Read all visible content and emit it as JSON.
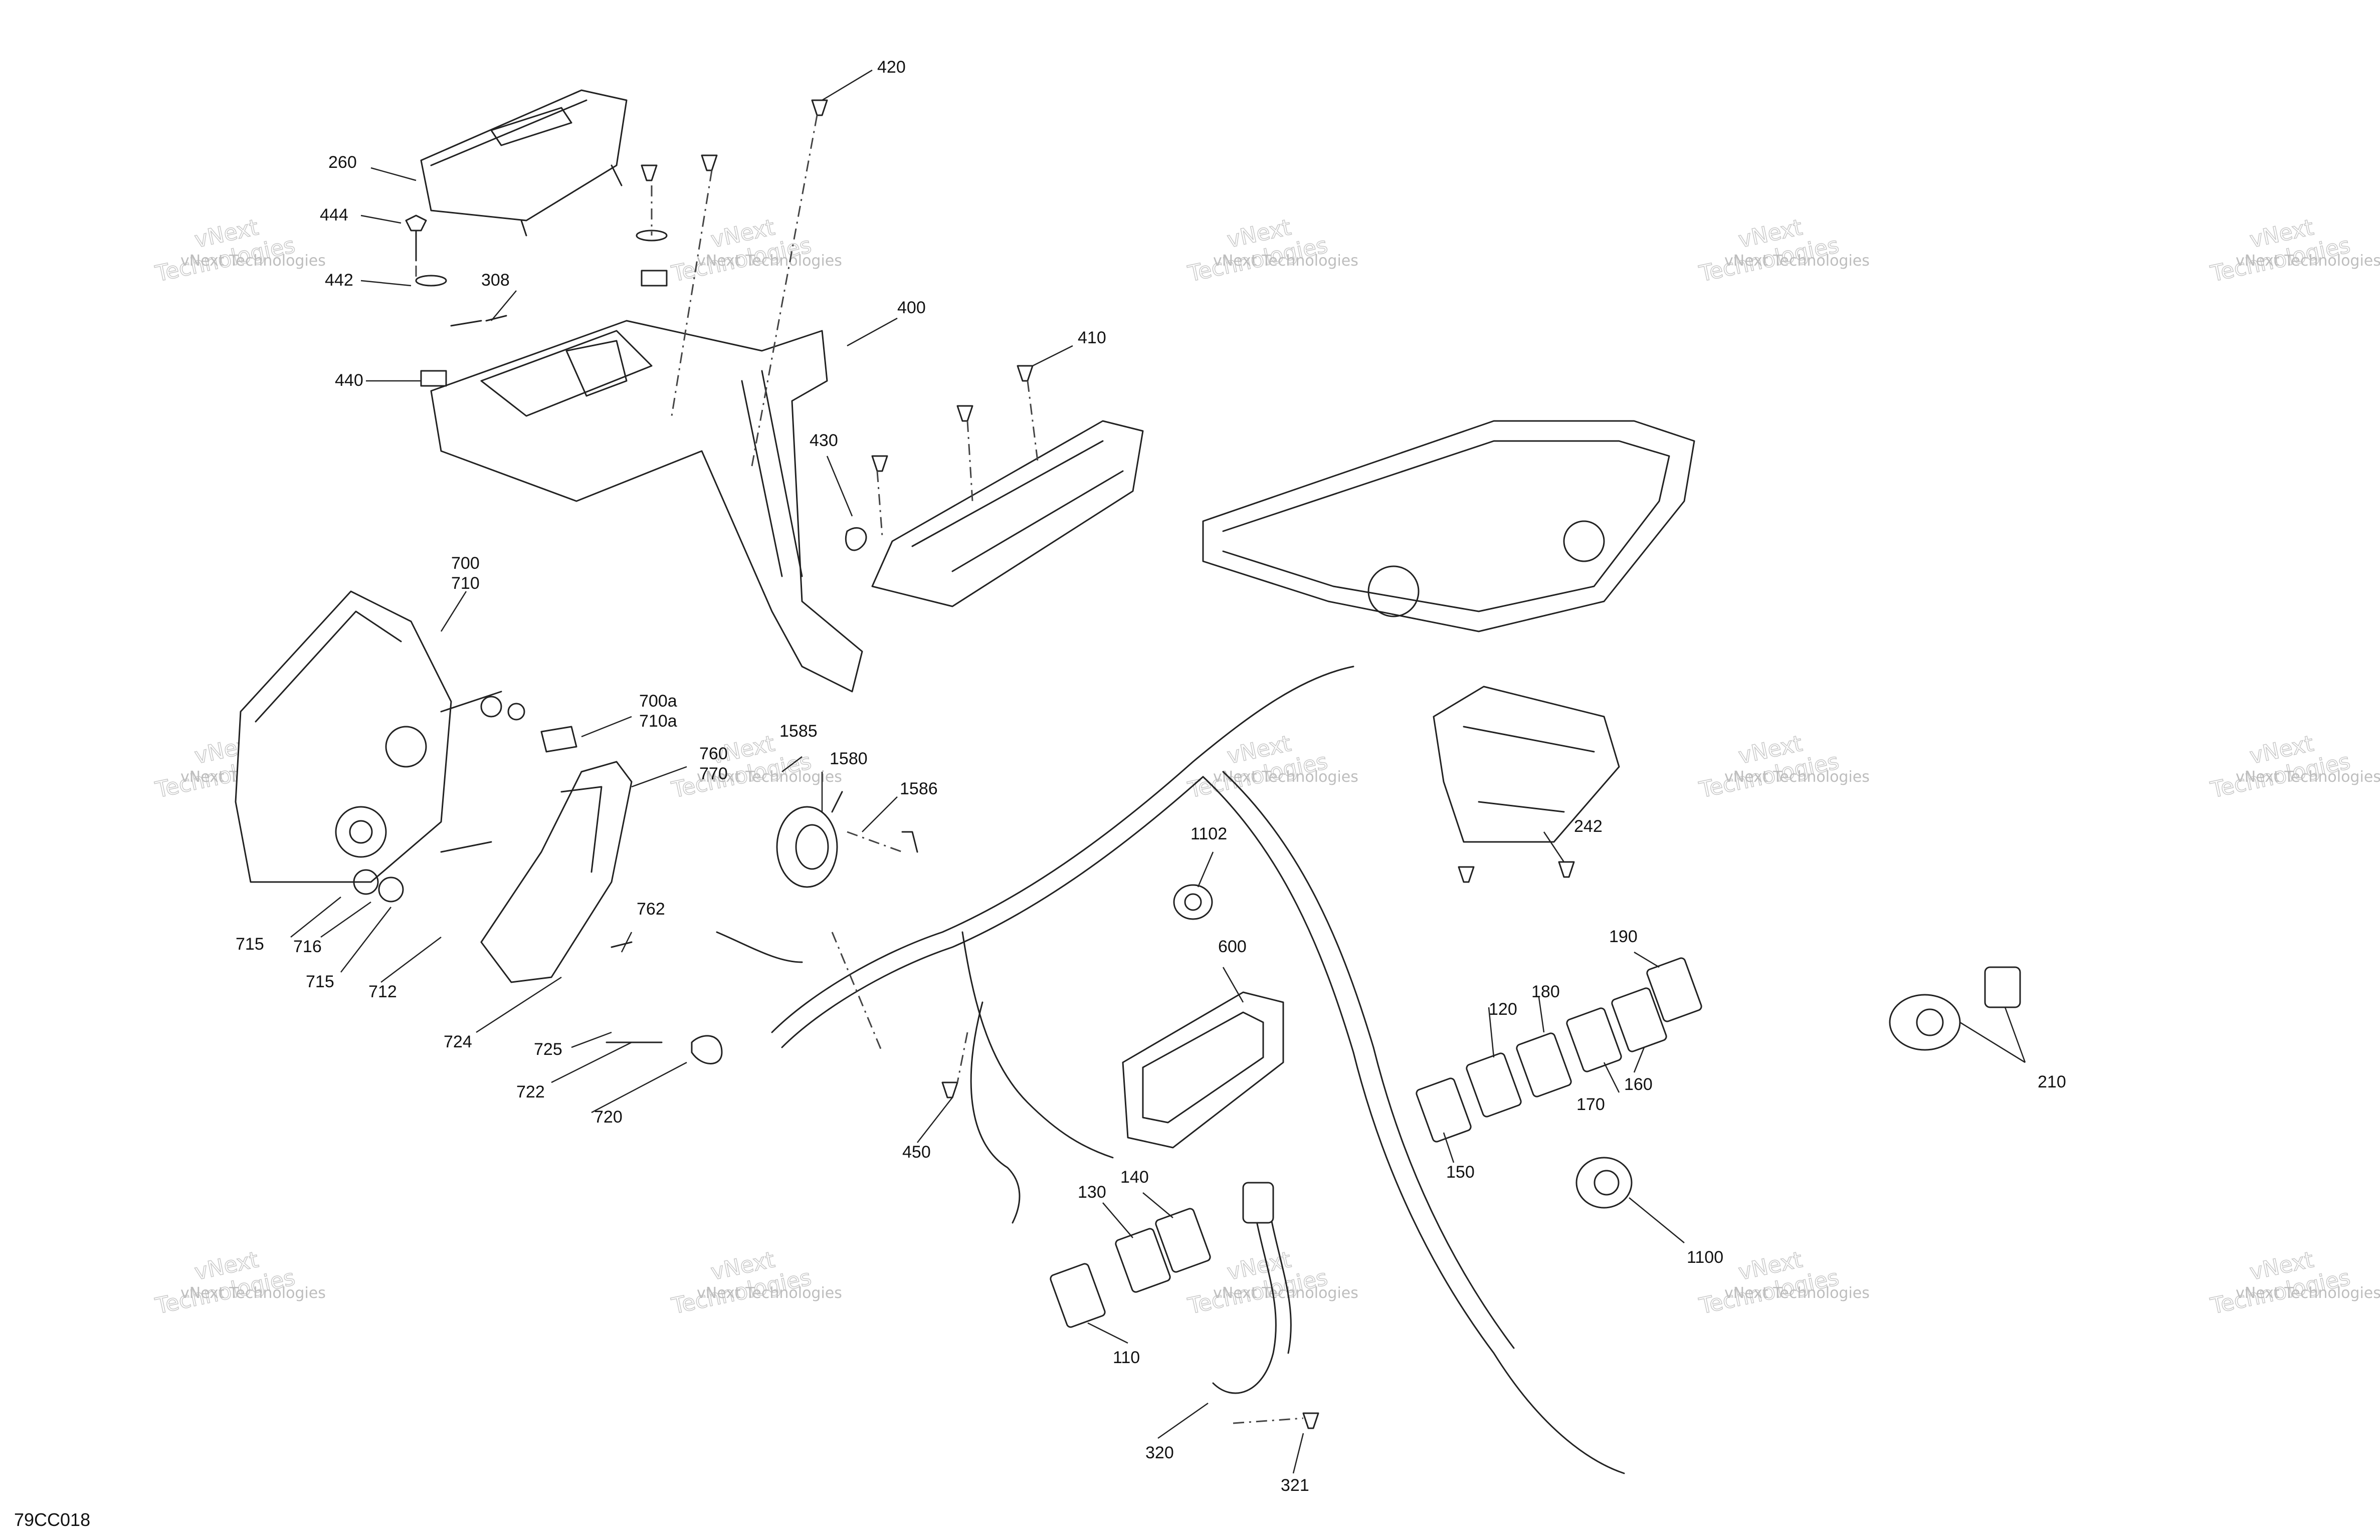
{
  "diagram_code": "79CC018",
  "watermark": {
    "line1": "vNext",
    "line2": "Technologies",
    "caption": "vNext Technologies"
  },
  "callouts": [
    {
      "id": "c420",
      "label": "420"
    },
    {
      "id": "c260",
      "label": "260"
    },
    {
      "id": "c444",
      "label": "444"
    },
    {
      "id": "c442",
      "label": "442"
    },
    {
      "id": "c308",
      "label": "308"
    },
    {
      "id": "c400",
      "label": "400"
    },
    {
      "id": "c440",
      "label": "440"
    },
    {
      "id": "c410",
      "label": "410"
    },
    {
      "id": "c430",
      "label": "430"
    },
    {
      "id": "c700",
      "label": "700"
    },
    {
      "id": "c710",
      "label": "710"
    },
    {
      "id": "c700a",
      "label": "700a"
    },
    {
      "id": "c710a",
      "label": "710a"
    },
    {
      "id": "c760",
      "label": "760"
    },
    {
      "id": "c770",
      "label": "770"
    },
    {
      "id": "c1585",
      "label": "1585"
    },
    {
      "id": "c1580",
      "label": "1580"
    },
    {
      "id": "c1586",
      "label": "1586"
    },
    {
      "id": "c242",
      "label": "242"
    },
    {
      "id": "c1102",
      "label": "1102"
    },
    {
      "id": "c762",
      "label": "762"
    },
    {
      "id": "c715a",
      "label": "715"
    },
    {
      "id": "c716",
      "label": "716"
    },
    {
      "id": "c715b",
      "label": "715"
    },
    {
      "id": "c712",
      "label": "712"
    },
    {
      "id": "c600",
      "label": "600"
    },
    {
      "id": "c190",
      "label": "190"
    },
    {
      "id": "c180",
      "label": "180"
    },
    {
      "id": "c120",
      "label": "120"
    },
    {
      "id": "c210",
      "label": "210"
    },
    {
      "id": "c724",
      "label": "724"
    },
    {
      "id": "c725",
      "label": "725"
    },
    {
      "id": "c722",
      "label": "722"
    },
    {
      "id": "c720",
      "label": "720"
    },
    {
      "id": "c160",
      "label": "160"
    },
    {
      "id": "c170",
      "label": "170"
    },
    {
      "id": "c450",
      "label": "450"
    },
    {
      "id": "c150",
      "label": "150"
    },
    {
      "id": "c140",
      "label": "140"
    },
    {
      "id": "c130",
      "label": "130"
    },
    {
      "id": "c1100",
      "label": "1100"
    },
    {
      "id": "c110",
      "label": "110"
    },
    {
      "id": "c320",
      "label": "320"
    },
    {
      "id": "c321",
      "label": "321"
    }
  ]
}
